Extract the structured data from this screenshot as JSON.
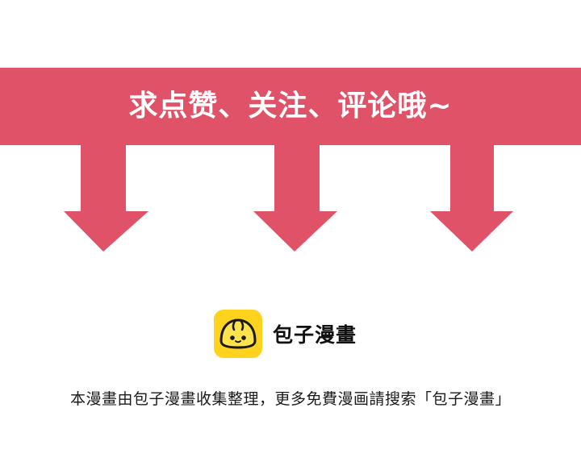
{
  "banner": {
    "text": "求点赞、关注、评论哦~",
    "color": "#e05268"
  },
  "arrows": {
    "count": 3,
    "color": "#e05268",
    "icon": "down-arrow-icon"
  },
  "brand": {
    "name": "包子漫畫",
    "logo_icon": "steamed-bun-icon",
    "logo_color": "#ffd21e"
  },
  "footer": {
    "note": "本漫畫由包子漫畫收集整理，更多免費漫画請搜索「包子漫畫」"
  }
}
